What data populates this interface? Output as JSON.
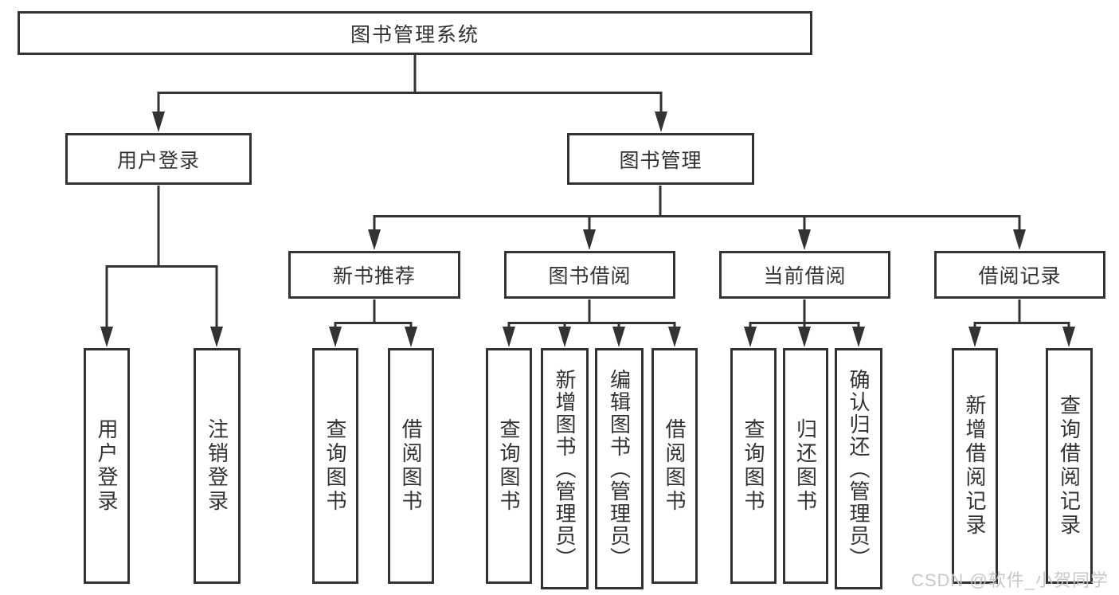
{
  "watermark": "CSDN @软件_小贺同学",
  "colors": {
    "line": "#333333",
    "text": "#333333",
    "background": "#ffffff",
    "watermark": "#c3c3c3"
  },
  "tree": {
    "label": "图书管理系统",
    "children": [
      {
        "label": "用户登录",
        "children": [
          {
            "label": "用户登录"
          },
          {
            "label": "注销登录"
          }
        ]
      },
      {
        "label": "图书管理",
        "children": [
          {
            "label": "新书推荐",
            "children": [
              {
                "label": "查询图书"
              },
              {
                "label": "借阅图书"
              }
            ]
          },
          {
            "label": "图书借阅",
            "children": [
              {
                "label": "查询图书"
              },
              {
                "label": "新增图书（管理员）"
              },
              {
                "label": "编辑图书（管理员）"
              },
              {
                "label": "借阅图书"
              }
            ]
          },
          {
            "label": "当前借阅",
            "children": [
              {
                "label": "查询图书"
              },
              {
                "label": "归还图书"
              },
              {
                "label": "确认归还（管理员）"
              }
            ]
          },
          {
            "label": "借阅记录",
            "children": [
              {
                "label": "新增借阅记录"
              },
              {
                "label": "查询借阅记录"
              }
            ]
          }
        ]
      }
    ]
  }
}
